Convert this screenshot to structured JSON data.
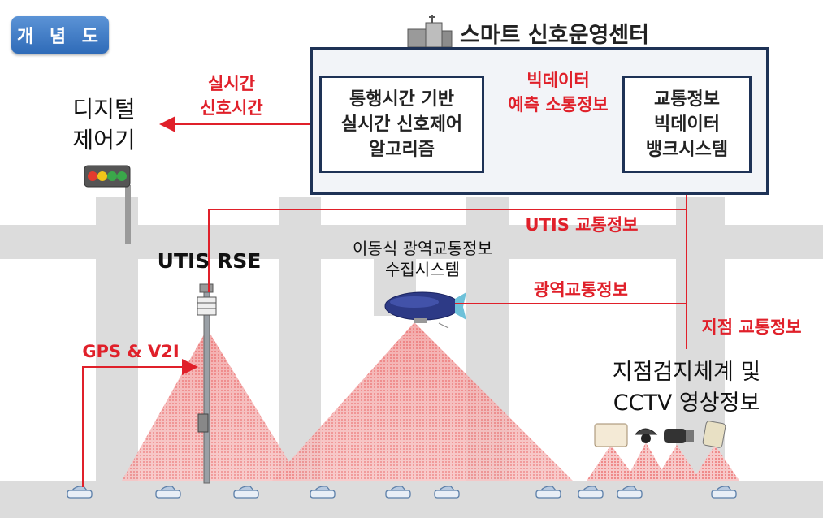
{
  "badge": "개 념 도",
  "center_title": "스마트 신호운영센터",
  "algo_box": [
    "통행시간 기반",
    "실시간 신호제어",
    "알고리즘"
  ],
  "bank_box": [
    "교통정보",
    "빅데이터",
    "뱅크시스템"
  ],
  "bigdata_label": [
    "빅데이터",
    "예측 소통정보"
  ],
  "realtime_label": [
    "실시간",
    "신호시간"
  ],
  "digital_ctrl": [
    "디지털",
    "제어기"
  ],
  "utis_traffic": "UTIS 교통정보",
  "utis_rse": "UTIS RSE",
  "mobile_system": [
    "이동식 광역교통정보",
    "수집시스템"
  ],
  "wide_traffic": "광역교통정보",
  "point_traffic": "지점 교통정보",
  "gps_v2i": "GPS & V2I",
  "detect_system": [
    "지점검지체계 및",
    "CCTV 영상정보"
  ],
  "colors": {
    "accent_red": "#e0202a",
    "navy": "#1e3256",
    "badge_blue": "#3b78c4",
    "road_gray": "#d9d9d9"
  },
  "icons": [
    "building-icon",
    "traffic-light-icon",
    "rse-pole-icon",
    "airship-icon",
    "camera-icon",
    "sensor-icon",
    "car-icon"
  ]
}
